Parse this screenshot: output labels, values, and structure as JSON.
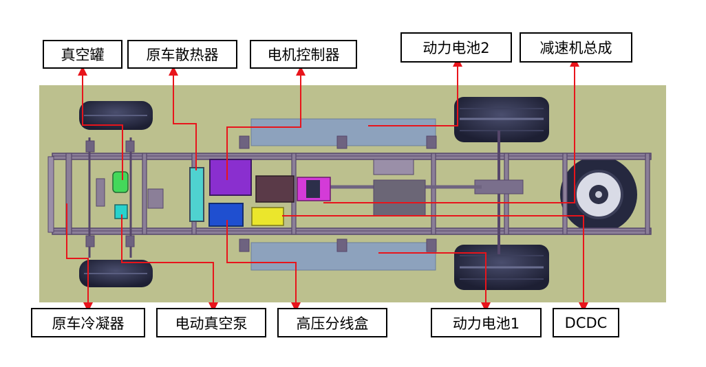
{
  "labels": {
    "vacuum_tank": "真空罐",
    "radiator": "原车散热器",
    "motor_controller": "电机控制器",
    "battery_2": "动力电池2",
    "reducer_assembly": "减速机总成",
    "condenser": "原车冷凝器",
    "electric_vacuum_pump": "电动真空泵",
    "hv_junction_box": "高压分线盒",
    "battery_1": "动力电池1",
    "dcdc": "DCDC"
  },
  "colors": {
    "background_panel": "#bcc08e",
    "leader_line": "#e8141b",
    "frame": "#55466a",
    "battery_pack": "#8da2bd",
    "tire": "#2c2f4a",
    "motor_controller": "#8a2fcf",
    "vacuum_tank": "#44d85a",
    "vacuum_pump": "#28d2cc",
    "junction_box": "#1f4fd0",
    "dcdc": "#ebe62c",
    "radiator": "#4fd2d0",
    "reducer": "#d43bd8"
  }
}
